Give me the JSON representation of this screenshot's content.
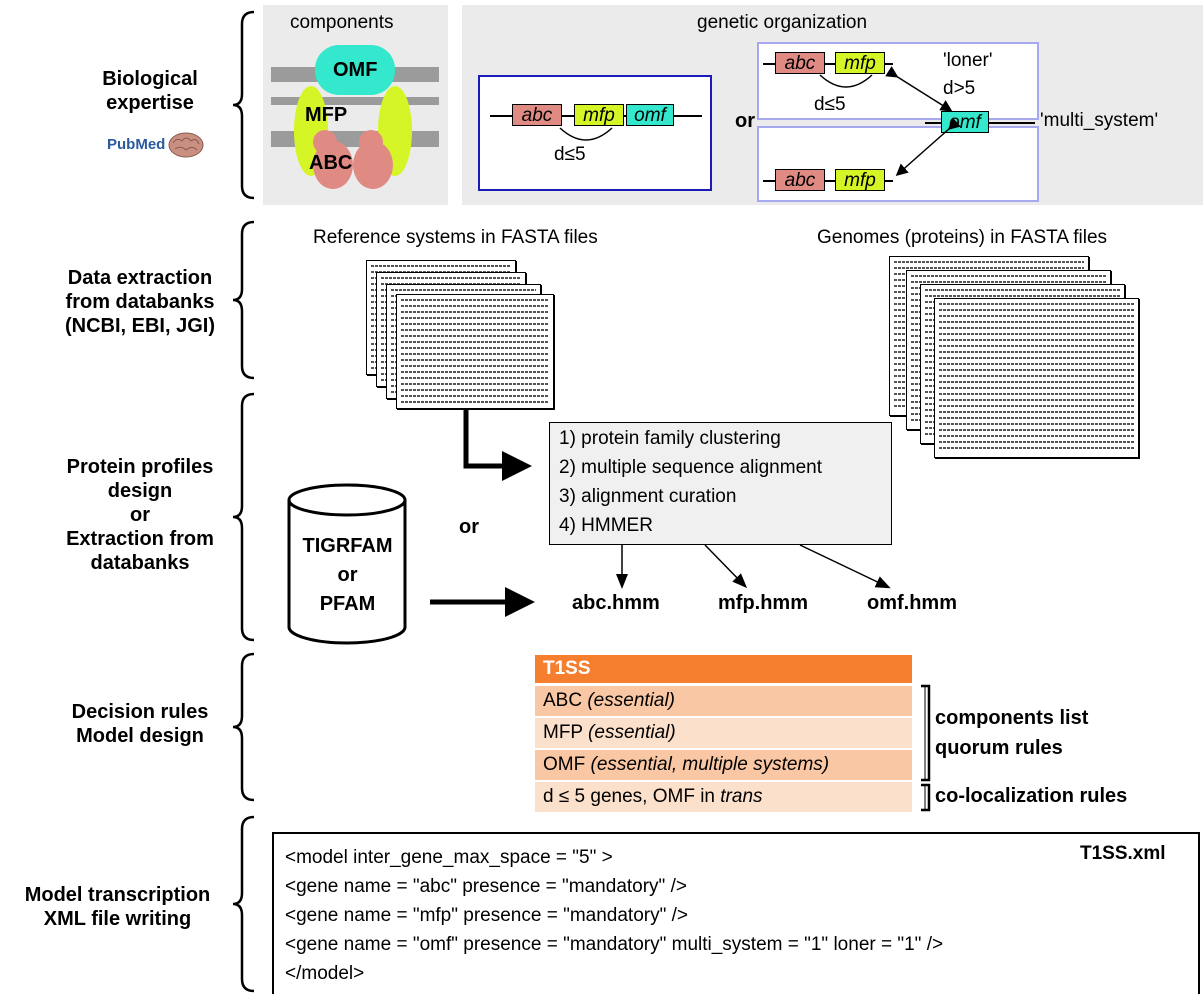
{
  "stages": [
    {
      "label": "Biological\nexpertise"
    },
    {
      "label": "Data extraction\nfrom databanks\n(NCBI, EBI, JGI)"
    },
    {
      "label": "Protein profiles\ndesign\nor\nExtraction from\ndatabanks"
    },
    {
      "label": "Decision rules\nModel design"
    },
    {
      "label": "Model transcription\nXML file writing"
    }
  ],
  "biological": {
    "components_title": "components",
    "omf": "OMF",
    "mfp": "MFP",
    "abc": "ABC",
    "pubmed": "PubMed",
    "organization_title": "genetic organization",
    "gene_abc": "abc",
    "gene_mfp": "mfp",
    "gene_omf": "omf",
    "distance": "d≤5",
    "or": "or",
    "loner": "'loner'",
    "loner_distance": "d>5",
    "multi_system": "'multi_system'"
  },
  "extraction": {
    "reference_title": "Reference systems in FASTA files",
    "genomes_title": "Genomes (proteins) in FASTA files"
  },
  "profiles": {
    "steps": [
      "1) protein family clustering",
      "2) multiple sequence alignment",
      "3) alignment curation",
      "4) HMMER"
    ],
    "or": "or",
    "db_line1": "TIGRFAM",
    "db_line2": "or",
    "db_line3": "PFAM",
    "hmm_files": [
      "abc.hmm",
      "mfp.hmm",
      "omf.hmm"
    ]
  },
  "rules": {
    "header": "T1SS",
    "rows": [
      {
        "name": "ABC",
        "note": "(essential)"
      },
      {
        "name": "MFP",
        "note": "(essential)"
      },
      {
        "name": "OMF",
        "note": "(essential, multiple systems)"
      }
    ],
    "coloc_pre": "d ≤ 5 genes, OMF in ",
    "coloc_italic": "trans",
    "components_list": "components list",
    "quorum_rules": "quorum rules",
    "colocalization_rules": "co-localization rules",
    "colors": {
      "header": "#f57f2e",
      "row_dark": "#f9c7a3",
      "row_light": "#fbe0cc"
    }
  },
  "xml": {
    "filename": "T1SS.xml",
    "lines": [
      "<model inter_gene_max_space = \"5\" >",
      "<gene name = \"abc\" presence = \"mandatory\" />",
      "<gene name = \"mfp\" presence = \"mandatory\" />",
      "<gene name = \"omf\" presence = \"mandatory\" multi_system = \"1\" loner = \"1\" />",
      "</model>"
    ]
  }
}
